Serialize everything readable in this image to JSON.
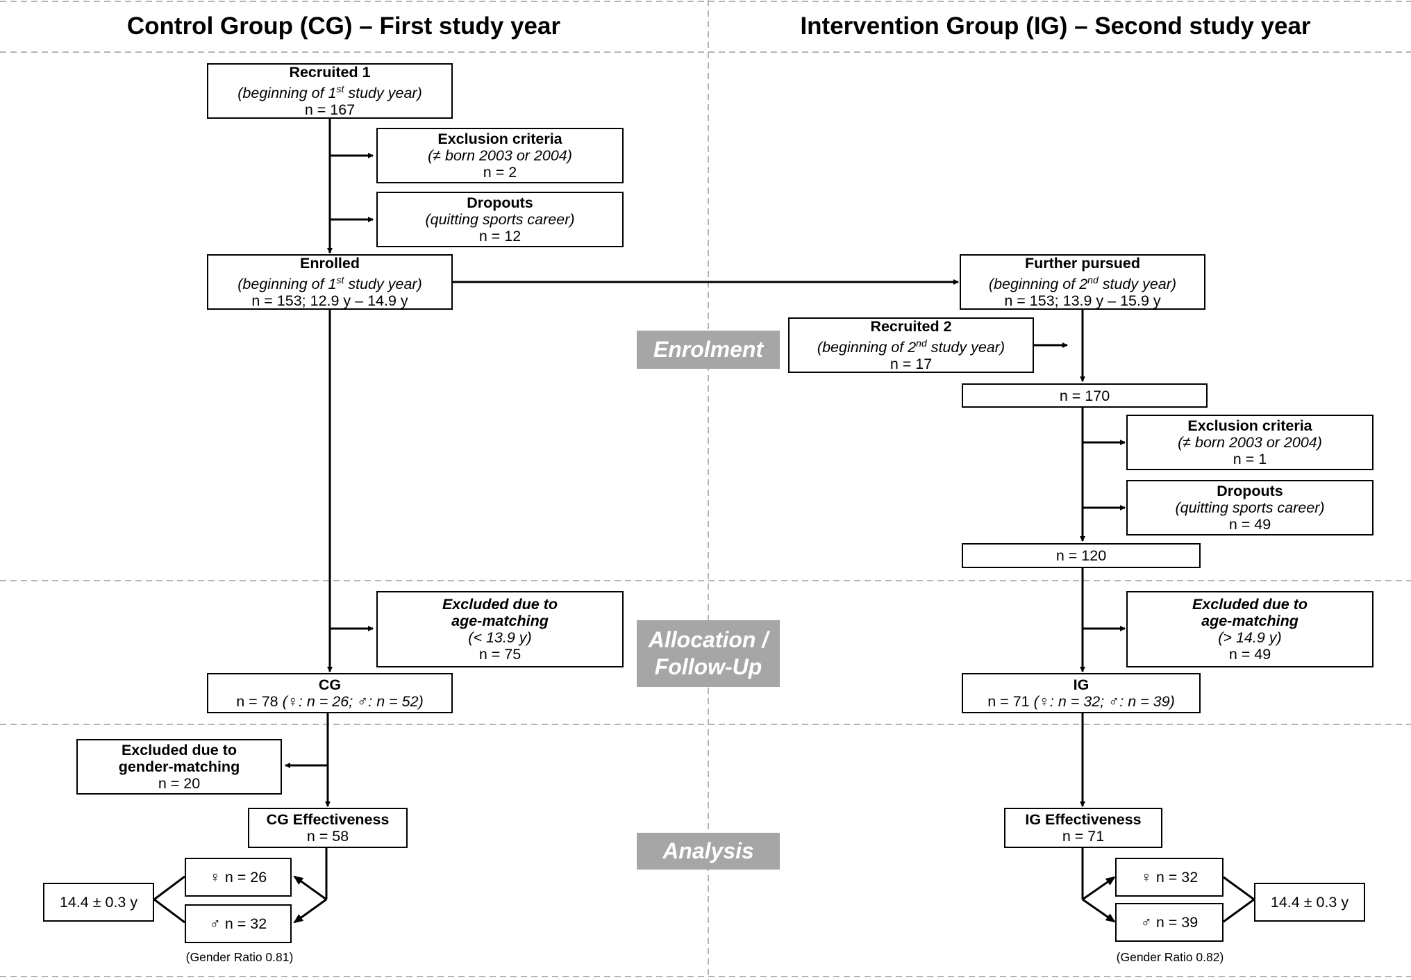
{
  "headers": {
    "control": "Control Group (CG) – First study year",
    "intervention": "Intervention Group (IG) – Second study year"
  },
  "phases": {
    "enrolment": "Enrolment",
    "allocation_1": "Allocation /",
    "allocation_2": "Follow-Up",
    "analysis": "Analysis"
  },
  "cg": {
    "recruited": {
      "title": "Recruited 1",
      "sub_pre": "(beginning of 1",
      "sub_sup": "st",
      "sub_post": " study year)",
      "n": "n = 167"
    },
    "exclusion": {
      "title": "Exclusion criteria",
      "sub": "(≠ born 2003 or 2004)",
      "n": "n = 2"
    },
    "dropouts": {
      "title": "Dropouts",
      "sub": "(quitting sports career)",
      "n": "n = 12"
    },
    "enrolled": {
      "title": "Enrolled",
      "sub_pre": "(beginning of 1",
      "sub_sup": "st",
      "sub_post": " study year)",
      "n": "n = 153; 12.9 y – 14.9 y"
    },
    "age_excl": {
      "title1": "Excluded due to",
      "title2": "age-matching",
      "sub": "(< 13.9 y)",
      "n": "n = 75"
    },
    "group": {
      "title": "CG",
      "n_pre": "n = 78 ",
      "n_detail": "(♀: n = 26; ♂: n = 52)"
    },
    "gender_excl": {
      "title1": "Excluded due to",
      "title2": "gender-matching",
      "n": "n = 20"
    },
    "effectiveness": {
      "title": "CG Effectiveness",
      "n": "n = 58"
    },
    "female": {
      "symbol": "♀",
      "n": " n = 26"
    },
    "male": {
      "symbol": "♂",
      "n": " n = 32"
    },
    "age": "14.4 ± 0.3 y",
    "ratio": "(Gender Ratio 0.81)"
  },
  "ig": {
    "further": {
      "title": "Further pursued",
      "sub_pre": "(beginning of 2",
      "sub_sup": "nd",
      "sub_post": " study year)",
      "n": "n = 153; 13.9 y – 15.9 y"
    },
    "recruited2": {
      "title": "Recruited 2",
      "sub_pre": "(beginning of 2",
      "sub_sup": "nd",
      "sub_post": " study year)",
      "n": "n = 17"
    },
    "n170": "n = 170",
    "exclusion": {
      "title": "Exclusion criteria",
      "sub": "(≠ born 2003 or 2004)",
      "n": "n = 1"
    },
    "dropouts": {
      "title": "Dropouts",
      "sub": "(quitting sports career)",
      "n": "n = 49"
    },
    "n120": "n = 120",
    "age_excl": {
      "title1": "Excluded due to",
      "title2": "age-matching",
      "sub": "(> 14.9 y)",
      "n": "n = 49"
    },
    "group": {
      "title": "IG",
      "n_pre": "n = 71 ",
      "n_detail": "(♀: n = 32; ♂: n = 39)"
    },
    "effectiveness": {
      "title": "IG Effectiveness",
      "n": "n = 71"
    },
    "female": {
      "symbol": "♀",
      "n": " n = 32"
    },
    "male": {
      "symbol": "♂",
      "n": " n = 39"
    },
    "age": "14.4 ± 0.3 y",
    "ratio": "(Gender Ratio 0.82)"
  },
  "colors": {
    "phase_bg": "#a6a6a6",
    "dash": "#b3b3b3",
    "line": "#000000"
  }
}
